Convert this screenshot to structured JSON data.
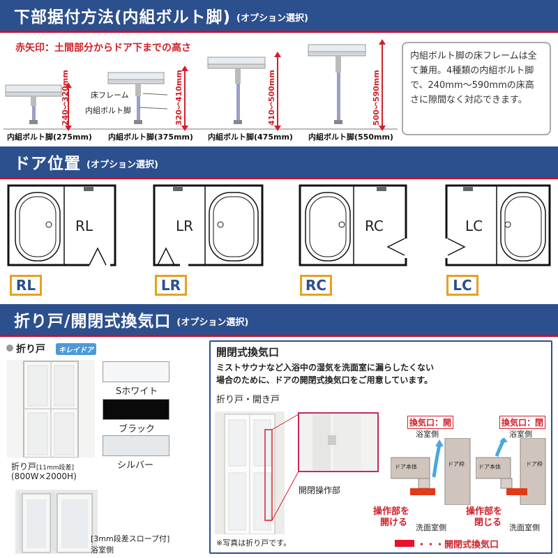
{
  "colors": {
    "banner": "#2c4f8e",
    "accent_red": "#d0202a",
    "tag_orange": "#e8a020"
  },
  "section1": {
    "title": "下部据付方法(内組ボルト脚)",
    "subtitle": "(オプション選択)",
    "note": "赤矢印：土間部分からドア下までの高さ",
    "legs": [
      {
        "caption": "内組ボルト脚(275mm)",
        "range": "240〜320mm"
      },
      {
        "caption": "内組ボルト脚(375mm)",
        "range": "320〜410mm"
      },
      {
        "caption": "内組ボルト脚(475mm)",
        "range": "410〜500mm"
      },
      {
        "caption": "内組ボルト脚(550mm)",
        "range": "500〜590mm"
      }
    ],
    "part_labels": {
      "frame": "床フレーム",
      "bolt": "内組ボルト脚"
    },
    "info": "内組ボルト脚の床フレームは全て兼用。4種類の内組ボルト脚で、240mm〜590mmの床高さに隙間なく対応できます。"
  },
  "section2": {
    "title": "ドア位置",
    "subtitle": "(オプション選択)",
    "plans": [
      {
        "label": "RL",
        "tag": "RL"
      },
      {
        "label": "LR",
        "tag": "LR"
      },
      {
        "label": "RC",
        "tag": "RC"
      },
      {
        "label": "LC",
        "tag": "LC"
      }
    ]
  },
  "section3": {
    "title": "折り戸/開閉式換気口",
    "subtitle": "(オプション選択)",
    "door_heading": "折り戸",
    "door_badge": "キレイドア",
    "door_caption_1": "折り戸",
    "door_caption_1b": "[11mm段差]",
    "door_caption_2": "(800W×2000H)",
    "slope_caption_1": "[3mm段差スロープ付]",
    "slope_caption_2": "浴室側",
    "finishes": [
      {
        "label": "Sホワイト",
        "color": "#f4f6f8"
      },
      {
        "label": "ブラック",
        "color": "#0a0a0a"
      },
      {
        "label": "シルバー",
        "color": "#e6e9ec"
      }
    ],
    "vent": {
      "title": "開閉式換気口",
      "desc_1": "ミストサウナなど入浴中の湿気を洗面室に漏らしたくない",
      "desc_2": "場合のために、ドアの開閉式換気口をご用意しています。",
      "door_type": "折り戸・開き戸",
      "op_label": "開閉操作部",
      "photo_note": "※写真は折り戸です。",
      "legend": "・・・開閉式換気口",
      "open": {
        "badge": "換気口：開",
        "bath": "浴室側",
        "body": "ドア本体",
        "frame": "ドア枠",
        "action_1": "操作部を",
        "action_2": "開ける",
        "wash": "洗面室側"
      },
      "close": {
        "badge": "換気口：閉",
        "bath": "浴室側",
        "body": "ドア本体",
        "frame": "ドア枠",
        "action_1": "操作部を",
        "action_2": "閉じる",
        "wash": "洗面室側"
      }
    }
  }
}
